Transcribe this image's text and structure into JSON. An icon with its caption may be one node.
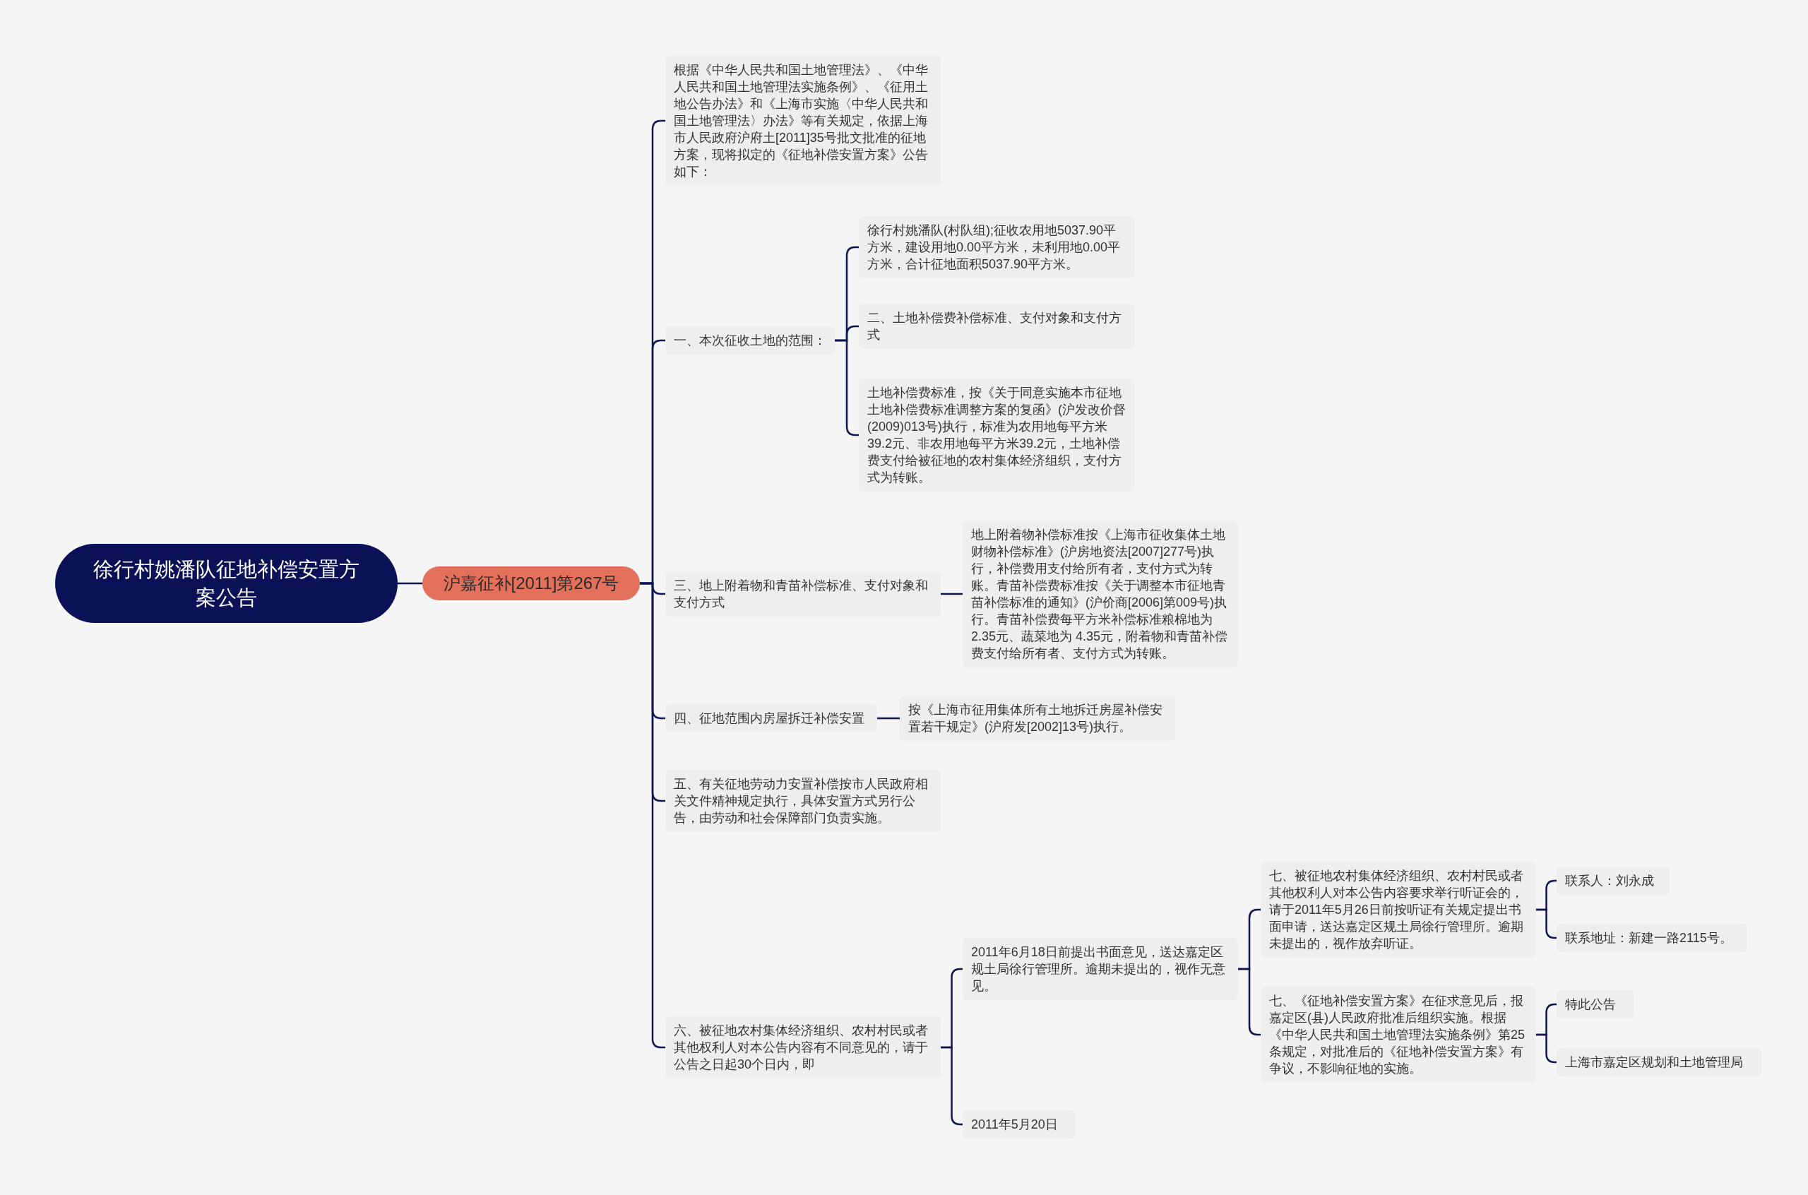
{
  "diagram": {
    "nodes": [
      {
        "text": [
          "徐行村姚潘队征地补偿安置方案公告"
        ]
      },
      {
        "text": [
          "沪嘉征补[2011]第267号"
        ]
      },
      {
        "text": [
          "根据《中华人民共和国土地管理法》、《中华人民共和国土地管理法实施条例》、《征用土地公告办法》和《上海市实施〈中华人民共和国土地管理法〉办法》等有关规定，依据上海市人民政府沪府土[2011]35号批文批准的征地方案，现将拟定的《征地补偿安置方案》公告如下："
        ]
      },
      {
        "text": [
          "一、本次征收土地的范围："
        ]
      },
      {
        "text": [
          "徐行村姚潘队(村队组);征收农用地5037.90平方米，建设用地0.00平方米，未利用地0.00平方米，合计征地面积5037.90平方米。"
        ]
      },
      {
        "text": [
          "二、土地补偿费补偿标准、支付对象和支付方式"
        ]
      },
      {
        "text": [
          "土地补偿费标准，按《关于同意实施本市征地土地补偿费标准调整方案的复函》(沪发改价督(2009)013号)执行，标准为农用地每平方米39.2元、非农用地每平方米39.2元，土地补偿费支付给被征地的农村集体经济组织，支付方式为转账。"
        ]
      },
      {
        "text": [
          "三、地上附着物和青苗补偿标准、支付对象和支付方式"
        ]
      },
      {
        "text": [
          "地上附着物补偿标准按《上海市征收集体土地财物补偿标准》(沪房地资法[2007]277号)执行，补偿费用支付给所有者，支付方式为转账。青苗补偿费标准按《关于调整本市征地青苗补偿标准的通知》(沪价商[2006]第009号)执行。青苗补偿费每平方米补偿标准粮棉地为2.35元、蔬菜地为 4.35元，附着物和青苗补偿费支付给所有者、支付方式为转账。"
        ]
      },
      {
        "text": [
          "四、征地范围内房屋拆迁补偿安置"
        ]
      },
      {
        "text": [
          "按《上海市征用集体所有土地拆迁房屋补偿安置若干规定》(沪府发[2002]13号)执行。"
        ]
      },
      {
        "text": [
          "五、有关征地劳动力安置补偿按市人民政府相关文件精神规定执行，具体安置方式另行公告，由劳动和社会保障部门负责实施。"
        ]
      },
      {
        "text": [
          "六、被征地农村集体经济组织、农村村民或者其他权利人对本公告内容有不同意见的，请于公告之日起30个日内，即"
        ]
      },
      {
        "text": [
          "2011年6月18日前提出书面意见，送达嘉定区规土局徐行管理所。逾期未提出的，视作无意见。"
        ]
      },
      {
        "text": [
          "七、被征地农村集体经济组织、农村村民或者其他权利人对本公告内容要求举行听证会的，请于2011年5月26日前按听证有关规定提出书面申请，送达嘉定区规土局徐行管理所。逾期未提出的，视作放弃听证。"
        ]
      },
      {
        "text": [
          "联系人：刘永成"
        ]
      },
      {
        "text": [
          "联系地址：新建一路2115号。"
        ]
      },
      {
        "text": [
          "七、《征地补偿安置方案》在征求意见后，报嘉定区(县)人民政府批准后组织实施。根据《中华人民共和国土地管理法实施条例》第25条规定，对批准后的《征地补偿安置方案》有争议，不影响征地的实施。"
        ]
      },
      {
        "text": [
          "特此公告"
        ]
      },
      {
        "text": [
          "上海市嘉定区规划和土地管理局"
        ]
      },
      {
        "text": [
          "2011年5月20日"
        ]
      }
    ],
    "edges": [
      {
        "from": 0,
        "to": 1,
        "arrow": "none"
      },
      {
        "from": 1,
        "to": 2,
        "arrow": "none"
      },
      {
        "from": 1,
        "to": 3,
        "arrow": "none"
      },
      {
        "from": 1,
        "to": 7,
        "arrow": "none"
      },
      {
        "from": 1,
        "to": 9,
        "arrow": "none"
      },
      {
        "from": 1,
        "to": 11,
        "arrow": "none"
      },
      {
        "from": 1,
        "to": 12,
        "arrow": "none"
      },
      {
        "from": 3,
        "to": 4,
        "arrow": "none"
      },
      {
        "from": 3,
        "to": 5,
        "arrow": "none"
      },
      {
        "from": 3,
        "to": 6,
        "arrow": "none"
      },
      {
        "from": 7,
        "to": 8,
        "arrow": "none"
      },
      {
        "from": 9,
        "to": 10,
        "arrow": "none"
      },
      {
        "from": 12,
        "to": 13,
        "arrow": "none"
      },
      {
        "from": 12,
        "to": 20,
        "arrow": "none"
      },
      {
        "from": 13,
        "to": 14,
        "arrow": "none"
      },
      {
        "from": 13,
        "to": 17,
        "arrow": "none"
      },
      {
        "from": 14,
        "to": 15,
        "arrow": "none"
      },
      {
        "from": 14,
        "to": 16,
        "arrow": "none"
      },
      {
        "from": 17,
        "to": 18,
        "arrow": "none"
      },
      {
        "from": 17,
        "to": 19,
        "arrow": "none"
      }
    ]
  }
}
